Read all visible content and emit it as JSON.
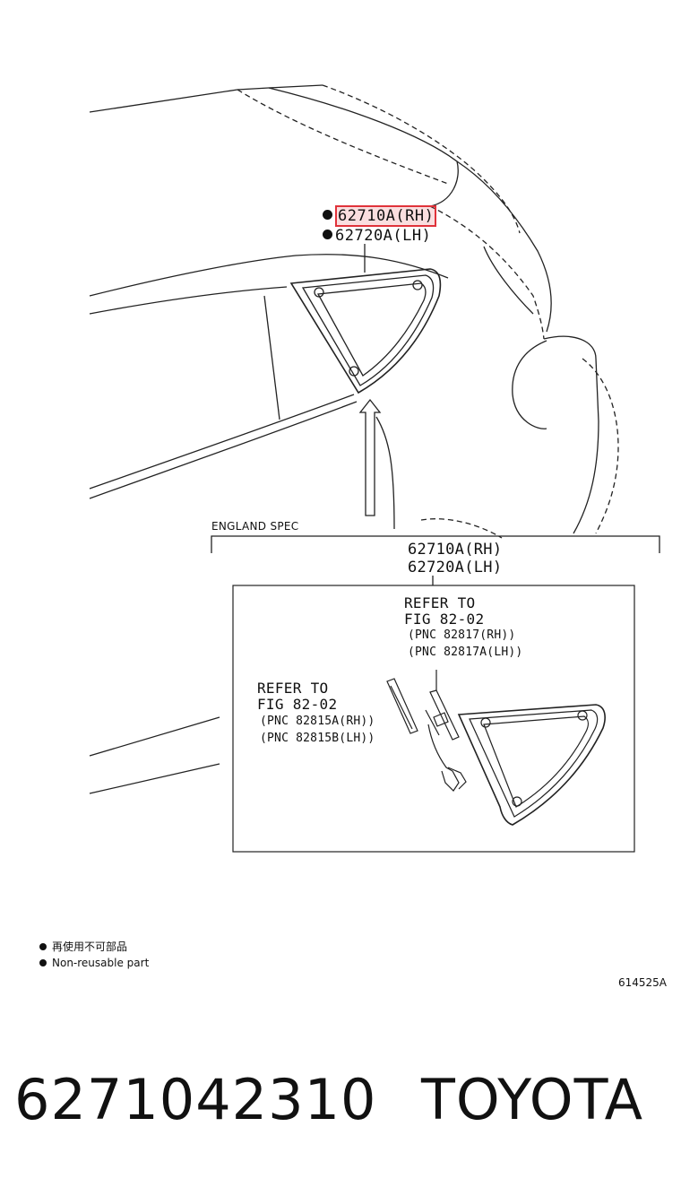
{
  "callouts": {
    "rh": "62710A(RH)",
    "lh": "62720A(LH)"
  },
  "england_spec": {
    "label": "ENGLAND SPEC",
    "part_rh": "62710A(RH)",
    "part_lh": "62720A(LH)",
    "refer_upper": {
      "line1": "REFER TO",
      "line2": "FIG 82-02",
      "pnc_rh": "(PNC 82817(RH))",
      "pnc_lh": "(PNC 82817A(LH))"
    },
    "refer_lower": {
      "line1": "REFER TO",
      "line2": "FIG 82-02",
      "pnc_rh": "(PNC 82815A(RH))",
      "pnc_lh": "(PNC 82815B(LH))"
    }
  },
  "legend": {
    "jp": "再使用不可部品",
    "en": "Non-reusable part"
  },
  "figure_code": "614525A",
  "footer": {
    "part_number": "6271042310",
    "brand": "TOYOTA"
  },
  "colors": {
    "highlight_border": "#e0323a",
    "highlight_fill": "#f2b7bb",
    "ink": "#111111"
  }
}
